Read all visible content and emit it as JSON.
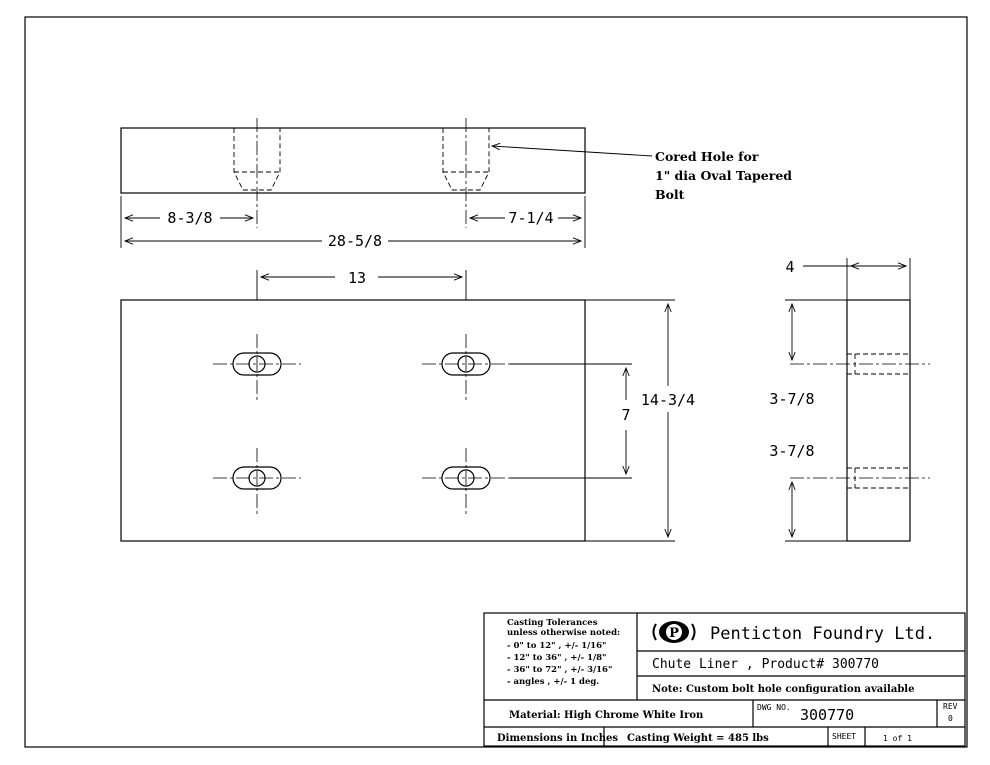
{
  "dimensions": {
    "left_offset": "8-3/8",
    "right_offset": "7-1/4",
    "overall_length": "28-5/8",
    "hole_spacing_horizontal": "13",
    "hole_spacing_vertical": "7",
    "overall_height": "14-3/4",
    "thickness": "4",
    "top_hole_offset": "3-7/8",
    "bottom_hole_offset": "3-7/8"
  },
  "callout": {
    "line1": "Cored Hole for",
    "line2": "1\" dia Oval Tapered",
    "line3": "Bolt"
  },
  "title_block": {
    "tolerances": {
      "heading1": "Casting Tolerances",
      "heading2": "unless otherwise noted:",
      "rows": [
        "-  0\" to 12\" , +/- 1/16\"",
        "- 12\" to 36\" , +/- 1/8\"",
        "- 36\" to 72\" , +/- 3/16\"",
        "- angles      , +/- 1 deg."
      ]
    },
    "company": "Penticton Foundry Ltd.",
    "logo_letter": "P",
    "product": "Chute Liner , Product# 300770",
    "note": "Note: Custom bolt hole configuration available",
    "material": "Material: High Chrome White Iron",
    "dwg_label": "DWG NO.",
    "dwg_number": "300770",
    "rev_label": "REV",
    "rev_value": "0",
    "dimensions_units": "Dimensions in Inches",
    "casting_weight": "Casting Weight = 485 lbs",
    "sheet_label": "SHEET",
    "sheet_value": "1 of 1"
  }
}
